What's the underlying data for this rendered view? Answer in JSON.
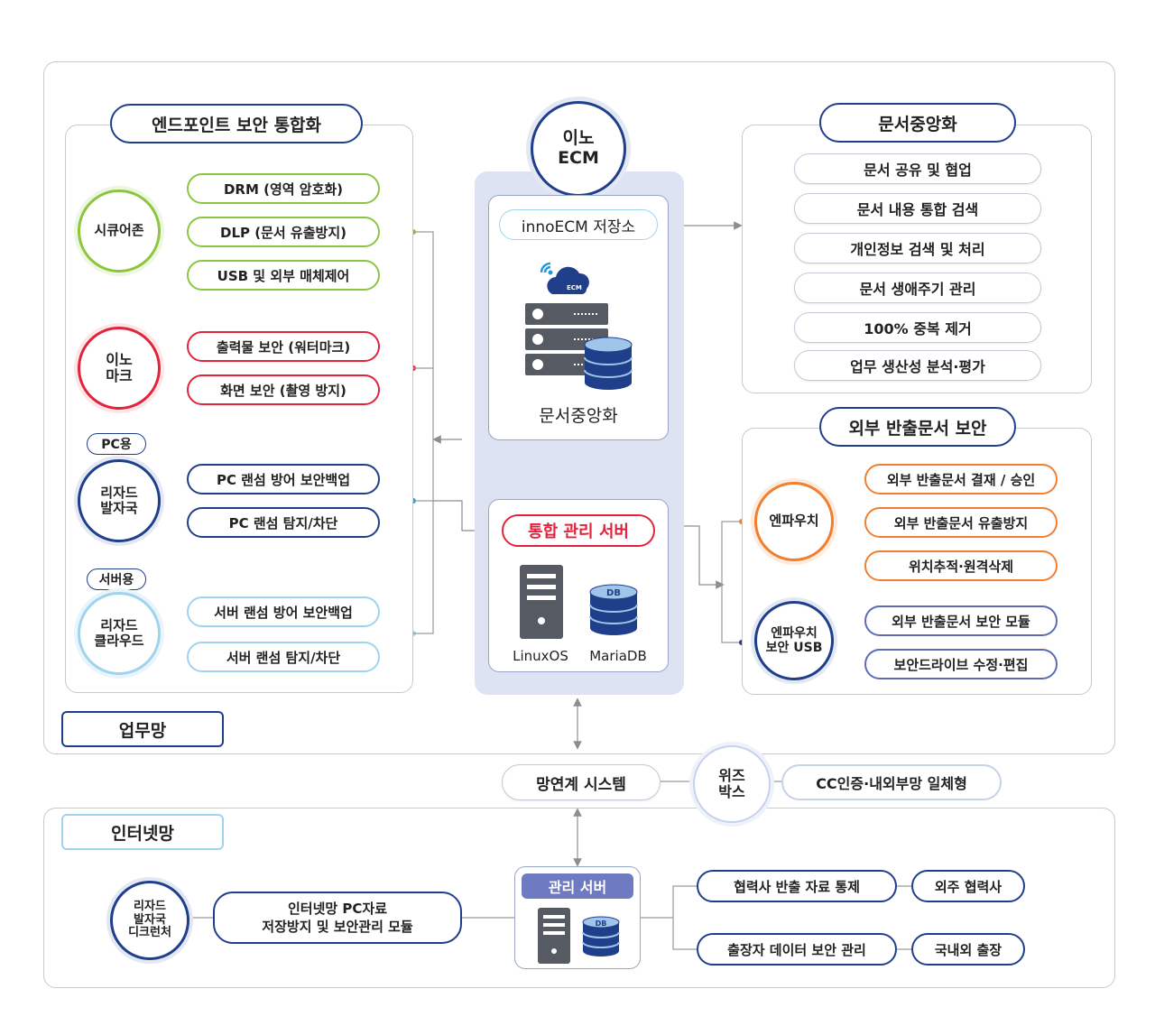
{
  "endpoint": {
    "title": "엔드포인트 보안 통합화",
    "secure_zone": {
      "name": "시큐어존",
      "items": [
        "DRM (영역 암호화)",
        "DLP (문서 유출방지)",
        "USB  및 외부 매체제어"
      ]
    },
    "inno_mark": {
      "name_line1": "이노",
      "name_line2": "마크",
      "items": [
        "출력물 보안 (워터마크)",
        "화면 보안 (촬영 방지)"
      ]
    },
    "wizard_pc": {
      "tag": "PC용",
      "name_line1": "리자드",
      "name_line2": "발자국",
      "items": [
        "PC 랜섬 방어 보안백업",
        "PC 랜섬 탐지/차단"
      ]
    },
    "wizard_server": {
      "tag": "서버용",
      "name_line1": "리자드",
      "name_line2": "클라우드",
      "items": [
        "서버 랜섬 방어 보안백업",
        "서버 랜섬 탐지/차단"
      ]
    }
  },
  "ecm": {
    "badge_line1": "이노",
    "badge_line2": "ECM",
    "storage_title": "innoECM 저장소",
    "storage_caption": "문서중앙화",
    "cloud_text": "ECM",
    "server_title": "통합 관리 서버",
    "linux_label": "LinuxOS",
    "maria_label": "MariaDB",
    "db_text": "DB"
  },
  "doc_central": {
    "title": "문서중앙화",
    "items": [
      "문서 공유 및 협업",
      "문서 내용 통합 검색",
      "개인정보 검색 및 처리",
      "문서 생애주기 관리",
      "100% 중복 제거",
      "업무 생산성 분석·평가"
    ]
  },
  "external": {
    "title": "외부 반출문서 보안",
    "enpawoochi": {
      "name": "엔파우치",
      "items": [
        "외부 반출문서 결재 / 승인",
        "외부 반출문서 유출방지",
        "위치추적·원격삭제"
      ]
    },
    "enpawoochi_usb": {
      "name_line1": "엔파우치",
      "name_line2": "보안 USB",
      "items": [
        "외부 반출문서 보안 모듈",
        "보안드라이브 수정·편집"
      ]
    }
  },
  "zones": {
    "work": "업무망",
    "internet": "인터넷망"
  },
  "link": {
    "system": "망연계 시스템",
    "wizbox_line1": "위즈",
    "wizbox_line2": "박스",
    "cc": "CC인증·내외부망 일체형"
  },
  "internet": {
    "wizard_line1": "리자드",
    "wizard_line2": "발자국",
    "wizard_line3": "디크런처",
    "module_line1": "인터넷망 PC자료",
    "module_line2": "저장방지 및 보안관리 모듈",
    "mgmt_title": "관리 서버",
    "db_text": "DB",
    "branches": [
      {
        "item": "협력사 반출 자료 통제",
        "target": "외주 협력사"
      },
      {
        "item": "출장자 데이터 보안 관리",
        "target": "국내외 출장"
      }
    ]
  },
  "colors": {
    "navy": "#1f3f8a",
    "green": "#8cc63f",
    "red": "#e2233c",
    "light_blue": "#9fd3ef",
    "orange": "#f07f2f",
    "purple": "#5b6ab7",
    "ecm_bg": "#dde3f3"
  }
}
